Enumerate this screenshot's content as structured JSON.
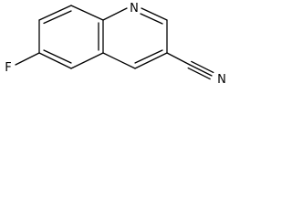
{
  "molecule": {
    "atoms": {
      "ring_nitrogen": "N",
      "fluorine": "F",
      "nitrile_nitrogen": "N"
    }
  }
}
